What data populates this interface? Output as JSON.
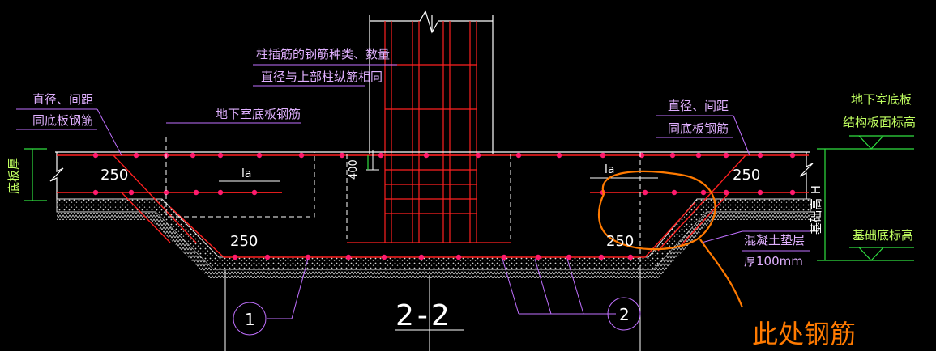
{
  "title": "2-2",
  "colors": {
    "background": "#000000",
    "rebar": "#ff2020",
    "rebar_dots": "#ff1a6e",
    "leader": "#c070ff",
    "label_violet": "#e0b0ff",
    "green": "#30e040",
    "green_text": "#c0ff60",
    "dim_white": "#ffffff",
    "concrete": "#d8d8d8",
    "orange": "#ff7a00"
  },
  "labels": {
    "column_rebar_line1": "柱插筋的钢筋种类、数量",
    "column_rebar_line2": "直径与上部柱纵筋相同",
    "left_dia_line1": "直径、间距",
    "left_dia_line2": "同底板钢筋",
    "slab_rebar": "地下室底板钢筋",
    "right_dia_line1": "直径、间距",
    "right_dia_line2": "同底板钢筋",
    "slab_elev_line1": "地下室底板",
    "slab_elev_line2": "结构板面标高",
    "found_elev": "基础底标高",
    "slab_thick": "底板厚",
    "found_height": "基础高 H",
    "cushion_line1": "混凝土垫层",
    "cushion_line2": "厚100mm",
    "annotation": "此处钢筋",
    "dim_400": "400",
    "la_left": "la",
    "la_right": "la",
    "dim_250_a": "250",
    "dim_250_b": "250",
    "dim_250_c": "250",
    "dim_250_d": "250",
    "circle_1": "1",
    "circle_2": "2"
  }
}
